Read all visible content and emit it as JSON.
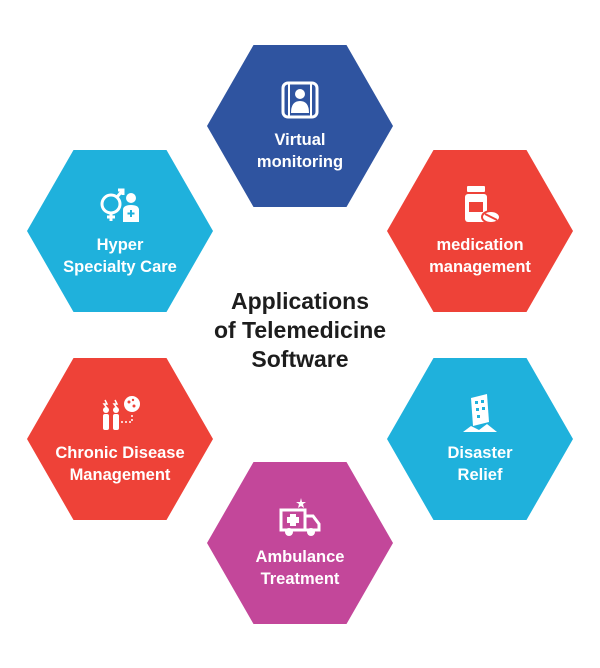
{
  "title": "Applications\nof Telemedicine\nSoftware",
  "items": [
    {
      "label": "Virtual\nmonitoring",
      "color": "#2f54a0",
      "icon": "person-in-frame-icon"
    },
    {
      "label": "medication\nmanagement",
      "color": "#ee4238",
      "icon": "pill-bottle-icon"
    },
    {
      "label": "Disaster\nRelief",
      "color": "#1fb1dc",
      "icon": "collapsed-building-icon"
    },
    {
      "label": "Ambulance\nTreatment",
      "color": "#c3479a",
      "icon": "ambulance-icon"
    },
    {
      "label": "Chronic Disease\nManagement",
      "color": "#ee4238",
      "icon": "sick-people-virus-icon"
    },
    {
      "label": "Hyper\nSpecialty Care",
      "color": "#1fb1dc",
      "icon": "doctor-gender-icon"
    }
  ]
}
